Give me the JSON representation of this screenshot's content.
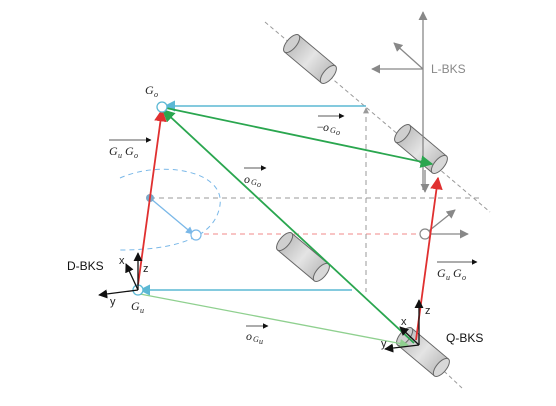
{
  "frames": {
    "l_bks": "L-BKS",
    "d_bks": "D-BKS",
    "q_bks": "Q-BKS"
  },
  "points": {
    "g_o": {
      "main": "G",
      "sub": "o"
    },
    "g_u": {
      "main": "G",
      "sub": "u"
    }
  },
  "axes": {
    "x": "x",
    "y": "y",
    "z": "z"
  },
  "vectors": {
    "gu_go": {
      "a": "G",
      "a_sub": "u",
      "b": "G",
      "b_sub": "o"
    },
    "o_go": {
      "main": "o",
      "sub": "G",
      "subsub": "o"
    },
    "neg_o_go": {
      "sign": "−",
      "main": "o",
      "sub": "G",
      "subsub": "o"
    },
    "o_gu": {
      "main": "o",
      "sub": "G",
      "subsub": "u"
    }
  },
  "colors": {
    "cyan_arrow": "#5bb8d4",
    "green_arrow": "#2aa64f",
    "light_green_arrow": "#8fd08f",
    "red_arrow": "#e03030",
    "dashed_gray": "#9a9a9a",
    "dashed_red": "#f08a8a",
    "dashed_blue": "#7ab8e8",
    "cylinder_fill": "#d6d6d6"
  }
}
